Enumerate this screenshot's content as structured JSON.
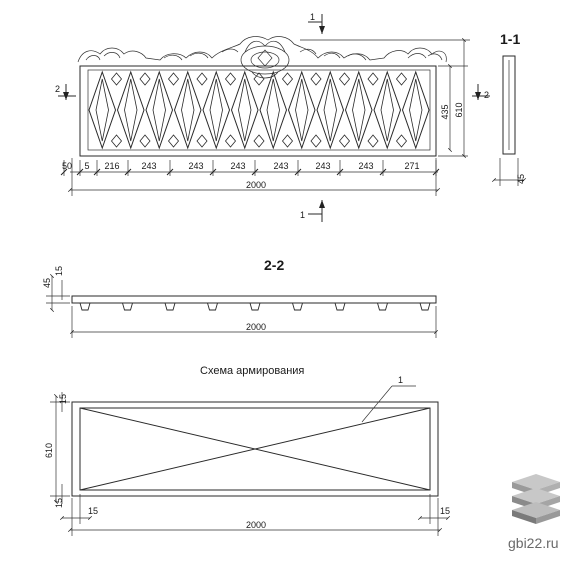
{
  "elevation": {
    "section_mark_1": "1",
    "section_mark_2": "2",
    "height_total": "610",
    "height_lattice": "435",
    "dims": [
      "50",
      "5",
      "216",
      "243",
      "243",
      "243",
      "243",
      "243",
      "243",
      "271"
    ],
    "width_total": "2000"
  },
  "section_1_1": {
    "title": "1-1",
    "thickness": "45"
  },
  "section_2_2": {
    "title": "2-2",
    "height": "45",
    "rib": "15",
    "length": "2000"
  },
  "reinforcement": {
    "title": "Схема армирования",
    "callout": "1",
    "height": "610",
    "cover_top": "15",
    "cover_bottom": "15",
    "cover_left": "15",
    "cover_right": "15",
    "length": "2000"
  },
  "watermark": {
    "text": "gbi22.ru",
    "logo": "stacked-slabs-logo"
  }
}
